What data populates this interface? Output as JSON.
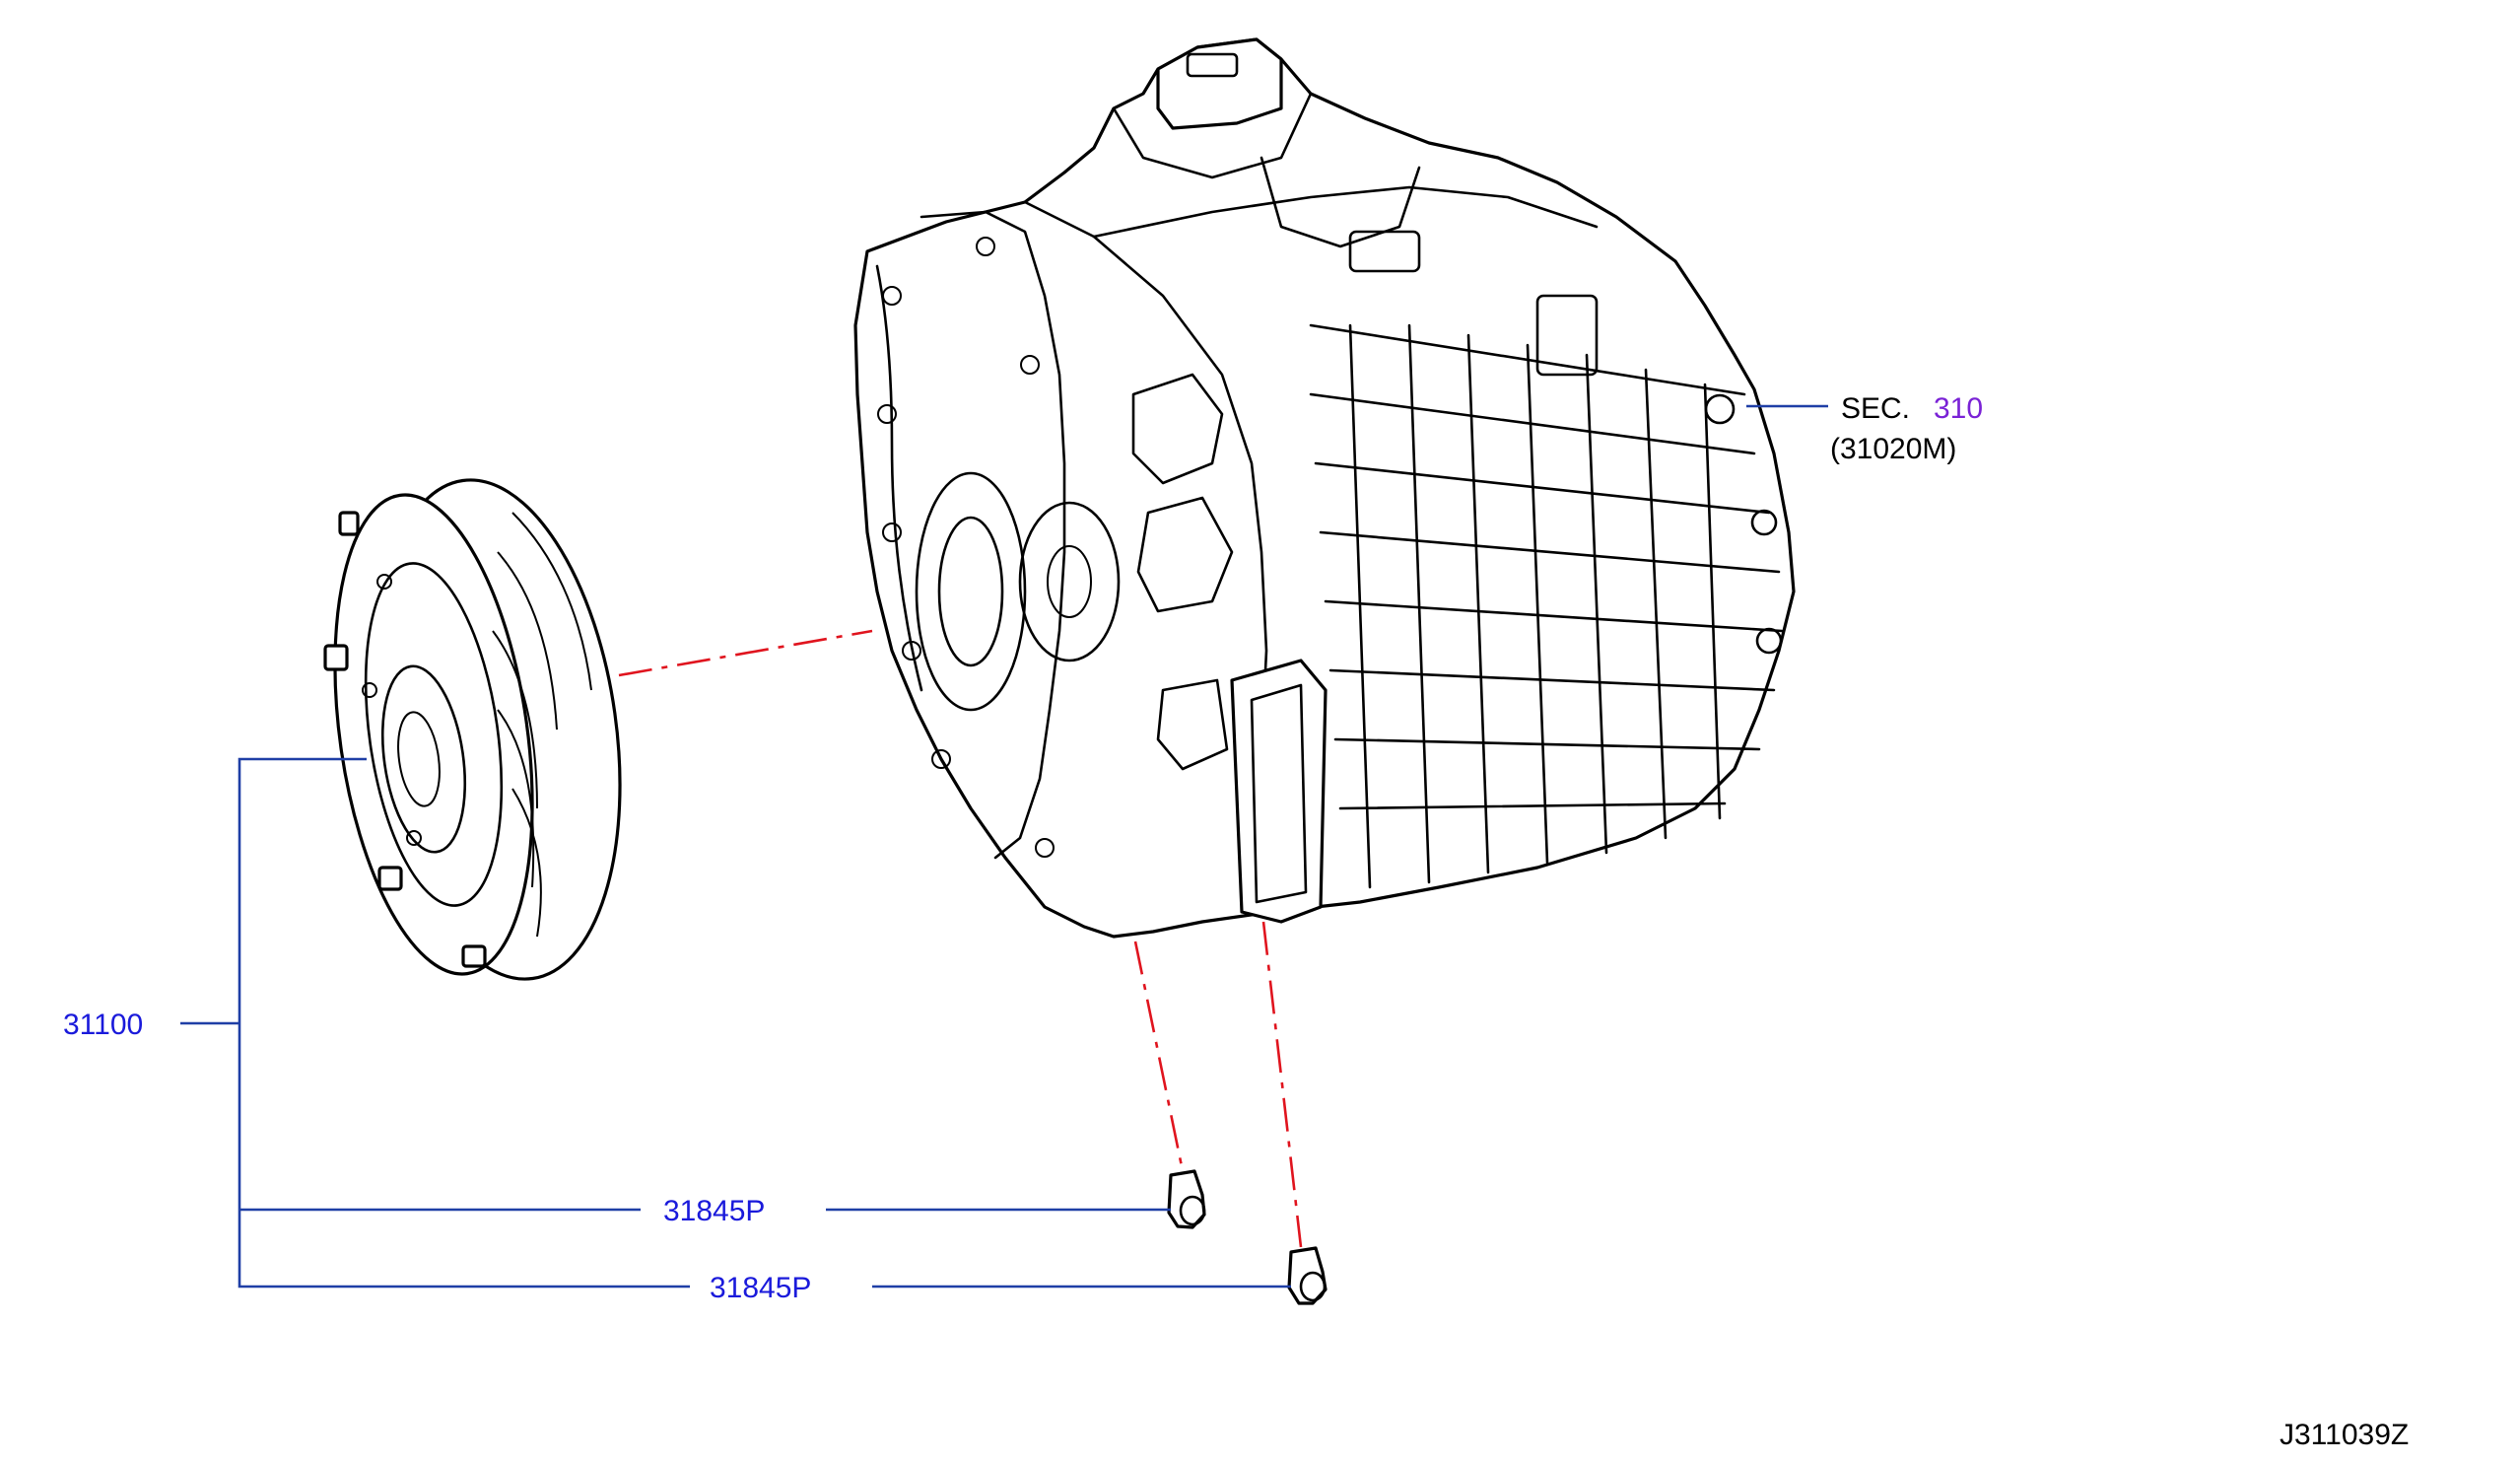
{
  "labels": {
    "torque_converter": "31100",
    "drain_plug_1": "31845P",
    "drain_plug_2": "31845P",
    "section_prefix": "SEC.",
    "section_number": "310",
    "section_sub": "(31020M)",
    "diagram_id": "J311039Z"
  },
  "colors": {
    "part_number": "#1a1adb",
    "leader_line": "#1f3fa6",
    "phantom_line": "#e0141e",
    "section_link": "#7a22d6"
  }
}
